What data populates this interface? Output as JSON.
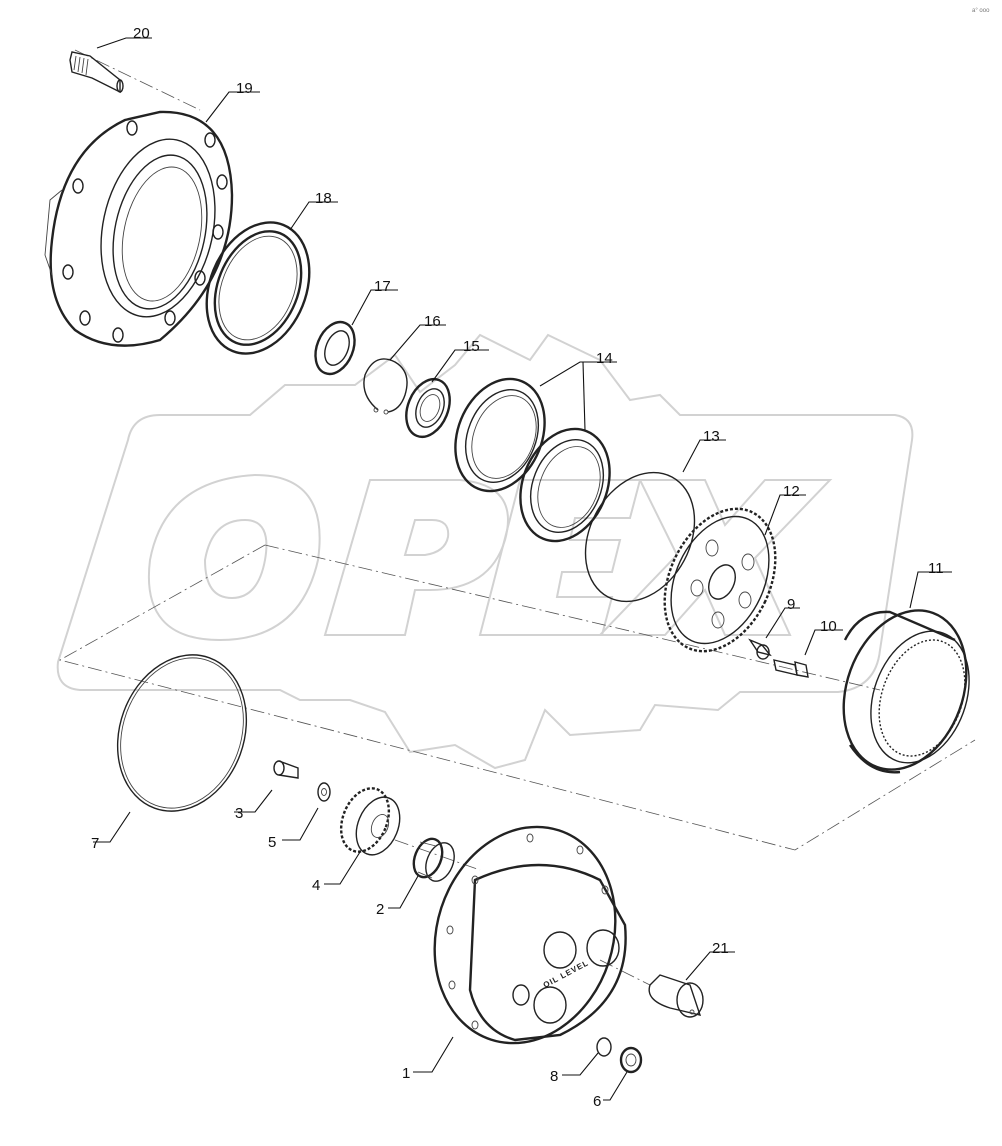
{
  "diagram": {
    "watermark": "OPEX",
    "corner_mark": "a° ooo",
    "housing_label": "OIL LEVEL",
    "callouts": [
      {
        "id": "c1",
        "label": "1"
      },
      {
        "id": "c2",
        "label": "2"
      },
      {
        "id": "c3",
        "label": "3"
      },
      {
        "id": "c4",
        "label": "4"
      },
      {
        "id": "c5",
        "label": "5"
      },
      {
        "id": "c6",
        "label": "6"
      },
      {
        "id": "c7",
        "label": "7"
      },
      {
        "id": "c8",
        "label": "8"
      },
      {
        "id": "c9",
        "label": "9"
      },
      {
        "id": "c10",
        "label": "10"
      },
      {
        "id": "c11",
        "label": "11"
      },
      {
        "id": "c12",
        "label": "12"
      },
      {
        "id": "c13",
        "label": "13"
      },
      {
        "id": "c14",
        "label": "14"
      },
      {
        "id": "c15",
        "label": "15"
      },
      {
        "id": "c16",
        "label": "16"
      },
      {
        "id": "c17",
        "label": "17"
      },
      {
        "id": "c18",
        "label": "18"
      },
      {
        "id": "c19",
        "label": "19"
      },
      {
        "id": "c20",
        "label": "20"
      },
      {
        "id": "c21",
        "label": "21"
      }
    ]
  }
}
